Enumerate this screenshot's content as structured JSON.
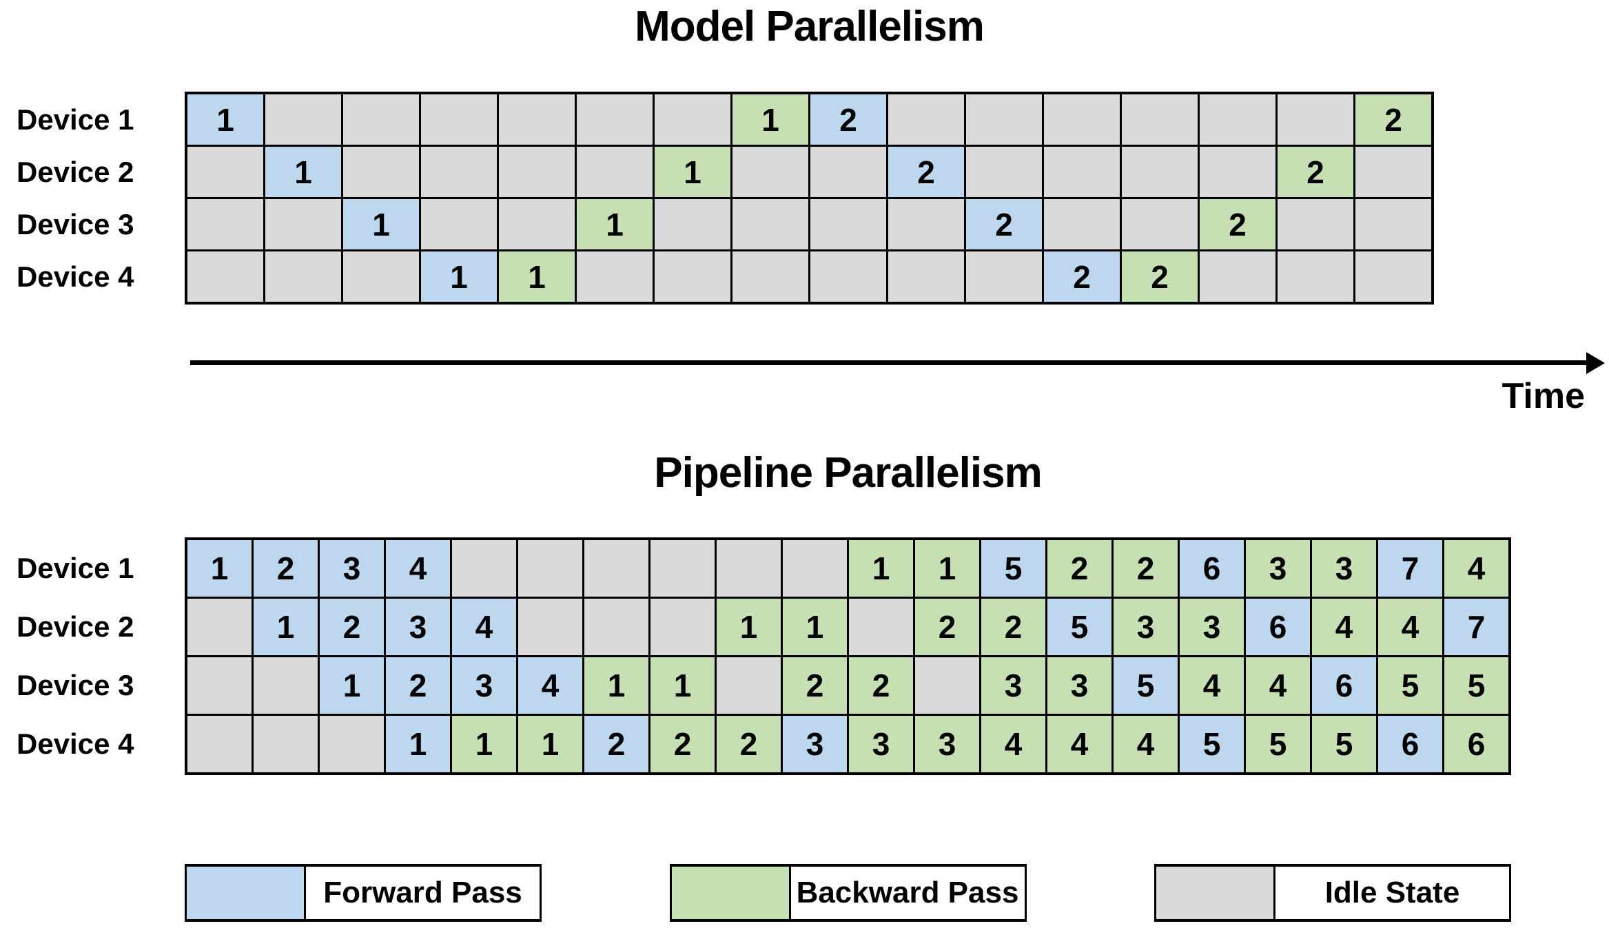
{
  "colors": {
    "forward": "#BDD7EE",
    "backward": "#C6E0B4",
    "idle": "#D9D9D9",
    "grid_line": "#000000"
  },
  "time_axis": {
    "label": "Time"
  },
  "legend": {
    "items": [
      {
        "state": "f",
        "label": "Forward Pass"
      },
      {
        "state": "b",
        "label": "Backward Pass"
      },
      {
        "state": "i",
        "label": "Idle State"
      }
    ]
  },
  "charts": [
    {
      "id": "model",
      "title": "Model Parallelism",
      "devices": [
        "Device 1",
        "Device 2",
        "Device 3",
        "Device 4"
      ],
      "columns": 16,
      "cell_legend": "token format: first letter f=forward(blue) b=backward(green) i=idle(gray), digits = microbatch label shown in cell",
      "grid": [
        [
          "f1",
          "i",
          "i",
          "i",
          "i",
          "i",
          "i",
          "b1",
          "f2",
          "i",
          "i",
          "i",
          "i",
          "i",
          "i",
          "b2"
        ],
        [
          "i",
          "f1",
          "i",
          "i",
          "i",
          "i",
          "b1",
          "i",
          "i",
          "f2",
          "i",
          "i",
          "i",
          "i",
          "b2",
          "i"
        ],
        [
          "i",
          "i",
          "f1",
          "i",
          "i",
          "b1",
          "i",
          "i",
          "i",
          "i",
          "f2",
          "i",
          "i",
          "b2",
          "i",
          "i"
        ],
        [
          "i",
          "i",
          "i",
          "f1",
          "b1",
          "i",
          "i",
          "i",
          "i",
          "i",
          "i",
          "f2",
          "b2",
          "i",
          "i",
          "i"
        ]
      ]
    },
    {
      "id": "pipeline",
      "title": "Pipeline Parallelism",
      "devices": [
        "Device 1",
        "Device 2",
        "Device 3",
        "Device 4"
      ],
      "columns": 20,
      "cell_legend": "token format: first letter f=forward(blue) b=backward(green) i=idle(gray), digits = microbatch label shown in cell",
      "grid": [
        [
          "f1",
          "f2",
          "f3",
          "f4",
          "i",
          "i",
          "i",
          "i",
          "i",
          "i",
          "b1",
          "b1",
          "f5",
          "b2",
          "b2",
          "f6",
          "b3",
          "b3",
          "f7",
          "b4"
        ],
        [
          "i",
          "f1",
          "f2",
          "f3",
          "f4",
          "i",
          "i",
          "i",
          "b1",
          "b1",
          "i",
          "b2",
          "b2",
          "f5",
          "b3",
          "b3",
          "f6",
          "b4",
          "b4",
          "f7"
        ],
        [
          "i",
          "i",
          "f1",
          "f2",
          "f3",
          "f4",
          "b1",
          "b1",
          "i",
          "b2",
          "b2",
          "i",
          "b3",
          "b3",
          "f5",
          "b4",
          "b4",
          "f6",
          "b5",
          "b5"
        ],
        [
          "i",
          "i",
          "i",
          "f1",
          "b1",
          "b1",
          "f2",
          "b2",
          "b2",
          "f3",
          "b3",
          "b3",
          "b4",
          "b4",
          "b4",
          "f5",
          "b5",
          "b5",
          "f6",
          "b6"
        ]
      ]
    }
  ]
}
